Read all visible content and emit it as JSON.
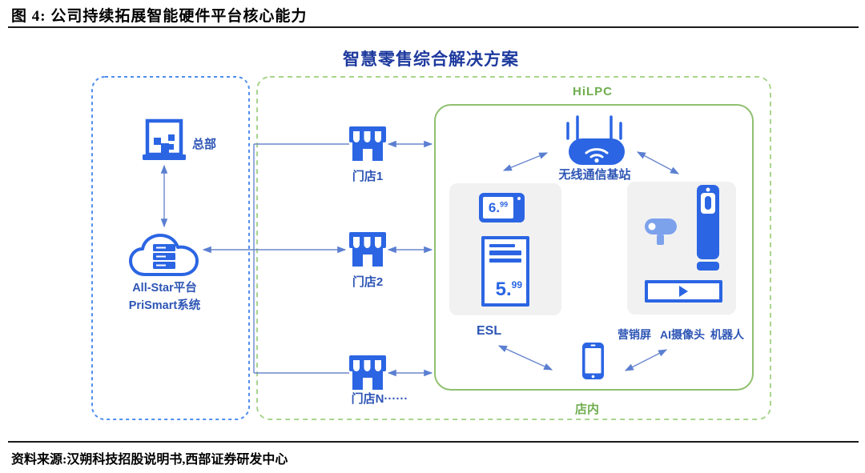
{
  "figure": {
    "title": "图 4: 公司持续拓展智能硬件平台核心能力",
    "source": "资料来源:汉朔科技招股说明书,西部证券研发中心"
  },
  "diagram": {
    "title": "智慧零售综合解决方案",
    "headquarters": {
      "label": "总部"
    },
    "platform": {
      "line1": "All-Star平台",
      "line2": "PriSmart系统"
    },
    "stores": [
      {
        "label": "门店1"
      },
      {
        "label": "门店2"
      },
      {
        "label": "门店N······"
      }
    ],
    "hilpc": {
      "label": "HiLPC",
      "station_label": "无线通信基站",
      "instore_label": "店内",
      "esl": {
        "label": "ESL",
        "tag_small": {
          "int": "6.",
          "sup": "99"
        },
        "tag_large": {
          "int": "5.",
          "sup": "99"
        }
      },
      "devices": {
        "marketing_label": "营销屏",
        "camera_label": "AI摄像头",
        "robot_label": "机器人"
      }
    }
  },
  "colors": {
    "icon_blue": "#2b65e3",
    "label_blue": "#2d55b5",
    "title_blue": "#1e3a9e",
    "connector_blue": "#6b87cc",
    "dashed_blue": "#4f8ef0",
    "dashed_green": "#a8d58c",
    "solid_green": "#90c06f",
    "green_text": "#6fae4e",
    "panel_gray": "#f1f1f2",
    "camera_light_blue": "#7da2ec"
  }
}
